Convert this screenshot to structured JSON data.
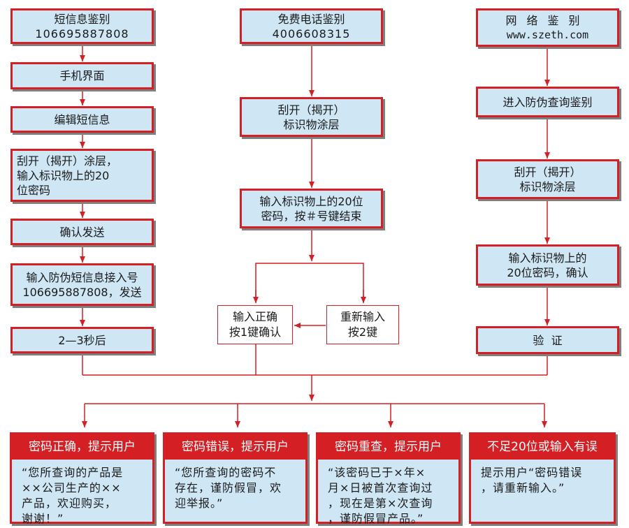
{
  "left_column": {
    "sms_title": "短信息鉴别",
    "sms_number": "106695887808",
    "phone_ui": "手机界面",
    "edit_sms": "编辑短信息",
    "scratch_line1": "刮开（揭开）涂层，",
    "scratch_line2": "输入标识物上的20",
    "scratch_line3": "位密码",
    "confirm_send": "确认发送",
    "enter_number_line1": "输入防伪短信息接入号",
    "enter_number_line2": "106695887808，发送",
    "wait": "2—3秒后"
  },
  "middle_column": {
    "phone_title": "免费电话鉴别",
    "phone_number": "4006608315",
    "scratch_line1": "刮开（揭开）",
    "scratch_line2": "标识物涂层",
    "enter_code_line1": "输入标识物上的20位",
    "enter_code_line2": "密码，按＃号键结束",
    "correct_line1": "输入正确",
    "correct_line2": "按1键确认",
    "reenter_line1": "重新输入",
    "reenter_line2": "按2键"
  },
  "right_column": {
    "web_title": "网络鉴别",
    "web_url": "www.szeth.com",
    "enter_query": "进入防伪查询鉴别",
    "scratch_line1": "刮开（揭开）",
    "scratch_line2": "标识物涂层",
    "enter_code_line1": "输入标识物上的",
    "enter_code_line2": "20位密码，确认",
    "verify": "验  证"
  },
  "results": [
    {
      "title": "密码正确，提示用户",
      "lines": [
        "“您所查询的产品是",
        "××公司生产的××",
        "产品，欢迎购买，",
        "谢谢！”"
      ]
    },
    {
      "title": "密码错误，提示用户",
      "lines": [
        "“您所查询的密码不",
        "存在，谨防假冒，欢",
        "迎举报。”"
      ]
    },
    {
      "title": "密码重查，提示用户",
      "lines": [
        "“该密码已于×年×",
        "月×日被首次查询过",
        "，现在是第×次查询",
        "，谨防假冒产品。”"
      ]
    },
    {
      "title": "不足20位或输入有误",
      "lines": [
        "提示用户“密码错误",
        "，请重新输入。”"
      ]
    }
  ],
  "colors": {
    "border": "#d41f24",
    "box_fill": "#cfe6f5",
    "header_fill": "#d41f24",
    "shadow": "#7f7f7f"
  }
}
